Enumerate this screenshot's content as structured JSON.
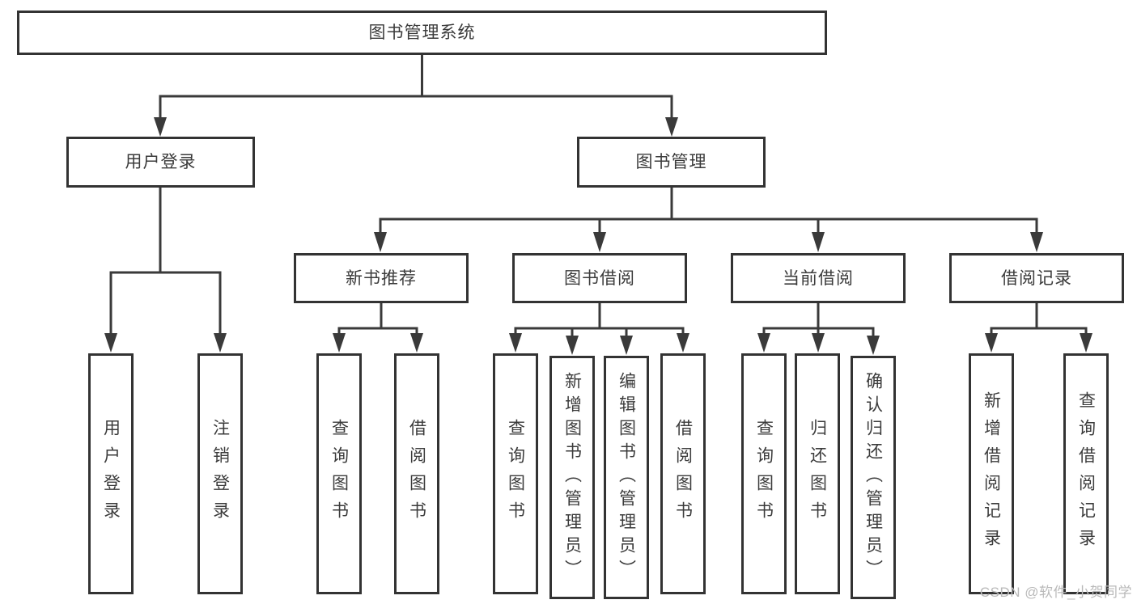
{
  "tree": {
    "label": "图书管理系统",
    "children": [
      {
        "label": "用户登录",
        "children": [
          {
            "label": "用户登录"
          },
          {
            "label": "注销登录"
          }
        ]
      },
      {
        "label": "图书管理",
        "children": [
          {
            "label": "新书推荐",
            "children": [
              {
                "label": "查询图书"
              },
              {
                "label": "借阅图书"
              }
            ]
          },
          {
            "label": "图书借阅",
            "children": [
              {
                "label": "查询图书"
              },
              {
                "label": "新增图书（管理员）"
              },
              {
                "label": "编辑图书（管理员）"
              },
              {
                "label": "借阅图书"
              }
            ]
          },
          {
            "label": "当前借阅",
            "children": [
              {
                "label": "查询图书"
              },
              {
                "label": "归还图书"
              },
              {
                "label": "确认归还（管理员）"
              }
            ]
          },
          {
            "label": "借阅记录",
            "children": [
              {
                "label": "新增借阅记录"
              },
              {
                "label": "查询借阅记录"
              }
            ]
          }
        ]
      }
    ]
  },
  "watermark": "CSDN @软件_小贺同学",
  "colors": {
    "line": "#3a3a3a",
    "box_border": "#333333",
    "text": "#3b3b3b",
    "watermark": "#b9b9b9",
    "background": "#ffffff"
  }
}
